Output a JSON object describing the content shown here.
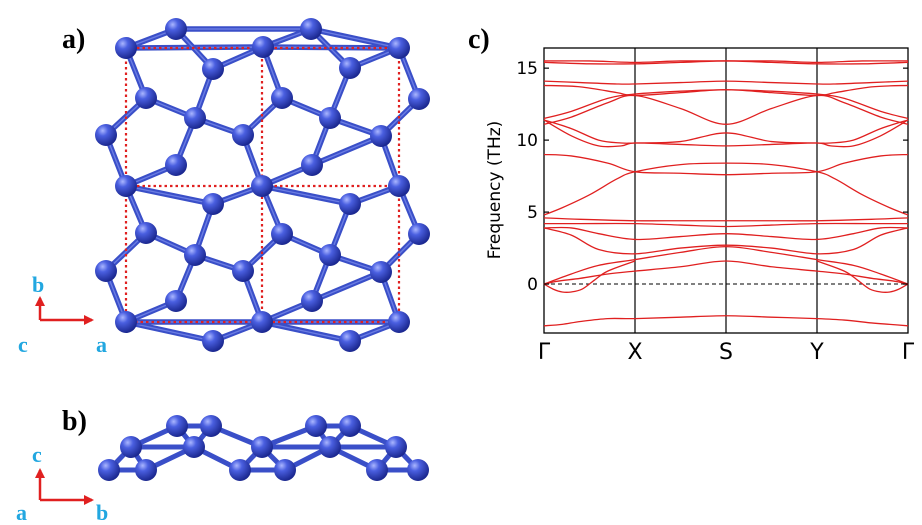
{
  "panels": {
    "a": "a)",
    "b": "b)",
    "c": "c)"
  },
  "structure_top": {
    "axis_vertical": "b",
    "axis_horizontal": "a",
    "axis_origin": "c"
  },
  "structure_side": {
    "axis_vertical": "c",
    "axis_horizontal": "b",
    "axis_origin": "a"
  },
  "colors": {
    "atom": "#3246c8",
    "bond": "#3a4fc8",
    "cell": "#e02020",
    "axis_arrow": "#e02020",
    "axis_label": "#22a7e0",
    "band": "#e02020"
  },
  "chart_data": {
    "type": "line",
    "ylabel": "Frequency (THz)",
    "ylim": [
      -3.4,
      16.4
    ],
    "yticks": [
      0,
      5,
      10,
      15
    ],
    "kpoints": [
      "Γ",
      "X",
      "S",
      "Y",
      "Γ"
    ],
    "zero_line": 0,
    "series": [
      {
        "x": [
          0,
          0.2,
          0.4,
          0.7,
          1,
          1.5,
          2,
          2.5,
          3,
          3.3,
          3.6,
          3.8,
          4
        ],
        "y": [
          -2.9,
          -2.8,
          -2.6,
          -2.4,
          -2.4,
          -2.3,
          -2.2,
          -2.3,
          -2.4,
          -2.5,
          -2.7,
          -2.8,
          -2.9
        ]
      },
      {
        "x": [
          0,
          0.15,
          0.4,
          0.7,
          1,
          1.5,
          2,
          2.5,
          3,
          3.3,
          3.6,
          3.85,
          4
        ],
        "y": [
          0,
          0.2,
          0.4,
          0.7,
          0.9,
          1.2,
          1.6,
          1.2,
          0.9,
          0.7,
          0.4,
          0.2,
          0
        ]
      },
      {
        "x": [
          0,
          0.1,
          0.2,
          0.3,
          0.42,
          0.55,
          0.7,
          1
        ],
        "y": [
          0,
          -0.35,
          -0.55,
          -0.55,
          -0.35,
          0.25,
          0.9,
          1.6
        ]
      },
      {
        "x": [
          3,
          3.3,
          3.45,
          3.58,
          3.7,
          3.8,
          3.9,
          4
        ],
        "y": [
          1.6,
          0.9,
          0.25,
          -0.35,
          -0.55,
          -0.55,
          -0.35,
          0
        ]
      },
      {
        "x": [
          0,
          0.3,
          0.6,
          1,
          1.5,
          2,
          2.5,
          3,
          3.4,
          3.7,
          4
        ],
        "y": [
          0,
          0.7,
          1.3,
          1.7,
          2.2,
          2.6,
          2.2,
          1.7,
          1.3,
          0.7,
          0
        ]
      },
      {
        "x": [
          0,
          0.3,
          0.6,
          1,
          1.5,
          2,
          2.5,
          3,
          3.4,
          3.7,
          4
        ],
        "y": [
          3.9,
          3.4,
          2.4,
          2.1,
          2.5,
          2.7,
          2.5,
          2.1,
          2.4,
          3.4,
          3.9
        ]
      },
      {
        "x": [
          0,
          0.3,
          0.6,
          1,
          1.5,
          2,
          2.5,
          3,
          3.4,
          3.7,
          4
        ],
        "y": [
          3.9,
          3.9,
          3.5,
          3.1,
          3.3,
          3.5,
          3.3,
          3.1,
          3.5,
          3.9,
          3.9
        ]
      },
      {
        "x": [
          0,
          0.4,
          1,
          1.5,
          2,
          2.5,
          3,
          3.6,
          4
        ],
        "y": [
          4.2,
          4.2,
          4.2,
          4.1,
          4.0,
          4.1,
          4.2,
          4.2,
          4.2
        ]
      },
      {
        "x": [
          0,
          0.4,
          1,
          1.5,
          2,
          2.5,
          3,
          3.6,
          4
        ],
        "y": [
          4.6,
          4.5,
          4.4,
          4.4,
          4.4,
          4.4,
          4.4,
          4.5,
          4.6
        ]
      },
      {
        "x": [
          0,
          0.2,
          0.5,
          0.8,
          1,
          1.5,
          2,
          2.5,
          3,
          3.2,
          3.5,
          3.8,
          4
        ],
        "y": [
          4.8,
          5.3,
          6.2,
          7.3,
          7.8,
          8.3,
          8.4,
          8.3,
          7.8,
          7.3,
          6.2,
          5.3,
          4.8
        ]
      },
      {
        "x": [
          0,
          0.3,
          0.7,
          1,
          1.5,
          2,
          2.5,
          3,
          3.3,
          3.7,
          4
        ],
        "y": [
          9.0,
          8.9,
          8.4,
          7.8,
          7.7,
          7.6,
          7.7,
          7.8,
          8.4,
          8.9,
          9.0
        ]
      },
      {
        "x": [
          0,
          0.3,
          0.6,
          0.85,
          1,
          1.5,
          2,
          2.5,
          3,
          3.15,
          3.4,
          3.7,
          4
        ],
        "y": [
          11.4,
          10.8,
          10.0,
          9.8,
          9.8,
          9.9,
          10.5,
          9.9,
          9.8,
          9.8,
          10.0,
          10.8,
          11.4
        ]
      },
      {
        "x": [
          0,
          0.3,
          0.6,
          0.85,
          1,
          1.5,
          2,
          2.5,
          3,
          3.15,
          3.4,
          3.7,
          4
        ],
        "y": [
          11.4,
          10.3,
          9.6,
          9.6,
          9.8,
          9.7,
          9.6,
          9.7,
          9.8,
          9.6,
          9.6,
          10.3,
          11.4
        ]
      },
      {
        "x": [
          0,
          0.3,
          0.7,
          1,
          1.5,
          2,
          2.5,
          3,
          3.3,
          3.7,
          4
        ],
        "y": [
          11.1,
          11.6,
          12.6,
          13.1,
          12.2,
          11.1,
          12.2,
          13.1,
          12.6,
          11.6,
          11.1
        ]
      },
      {
        "x": [
          0,
          0.3,
          0.7,
          1,
          1.5,
          2,
          2.5,
          3,
          3.3,
          3.7,
          4
        ],
        "y": [
          11.5,
          12.0,
          12.9,
          13.2,
          13.4,
          13.5,
          13.4,
          13.2,
          12.9,
          12.0,
          11.5
        ]
      },
      {
        "x": [
          0,
          0.4,
          0.8,
          1,
          1.5,
          2,
          2.5,
          3,
          3.2,
          3.6,
          4
        ],
        "y": [
          13.8,
          13.7,
          13.3,
          13.1,
          13.3,
          13.5,
          13.3,
          13.1,
          13.3,
          13.7,
          13.8
        ]
      },
      {
        "x": [
          0,
          0.4,
          0.8,
          1,
          1.5,
          2,
          2.5,
          3,
          3.2,
          3.6,
          4
        ],
        "y": [
          14.1,
          14.0,
          13.9,
          13.9,
          14.0,
          14.1,
          14.0,
          13.9,
          13.9,
          14.0,
          14.1
        ]
      },
      {
        "x": [
          0,
          0.5,
          1,
          1.5,
          2,
          2.5,
          3,
          3.5,
          4
        ],
        "y": [
          15.4,
          15.3,
          15.3,
          15.4,
          15.5,
          15.4,
          15.3,
          15.3,
          15.4
        ]
      },
      {
        "x": [
          0,
          0.5,
          1,
          1.5,
          2,
          2.5,
          3,
          3.5,
          4
        ],
        "y": [
          15.5,
          15.5,
          15.4,
          15.5,
          15.5,
          15.5,
          15.4,
          15.5,
          15.5
        ]
      }
    ]
  }
}
